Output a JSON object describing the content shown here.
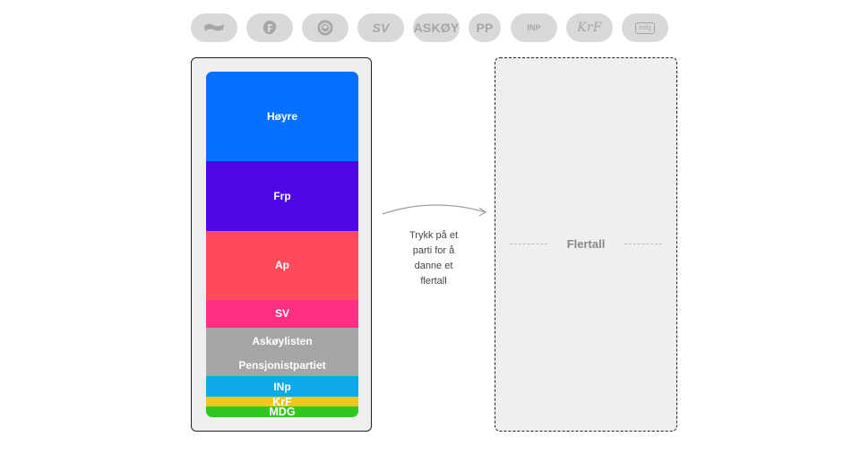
{
  "party_logos": [
    {
      "id": "hoyre",
      "icon": "hoyre-logo-icon",
      "text": ""
    },
    {
      "id": "frp",
      "icon": "frp-logo-icon",
      "text": ""
    },
    {
      "id": "ap",
      "icon": "ap-rose-logo-icon",
      "text": ""
    },
    {
      "id": "sv",
      "icon": "sv-logo-icon",
      "text": "SV"
    },
    {
      "id": "askoy",
      "icon": "askoylisten-logo-icon",
      "text": "ASKØY"
    },
    {
      "id": "pp",
      "icon": "pensjonistpartiet-logo-icon",
      "text": "PP"
    },
    {
      "id": "inp",
      "icon": "inp-logo-icon",
      "text": "INP"
    },
    {
      "id": "krf",
      "icon": "krf-logo-icon",
      "text": "KrF"
    },
    {
      "id": "mdg",
      "icon": "mdg-logo-icon",
      "text": "mdg"
    }
  ],
  "stack_segments": [
    {
      "label": "Høyre",
      "color": "#0870ff",
      "seats": 13
    },
    {
      "label": "Frp",
      "color": "#4e08e6",
      "seats": 10
    },
    {
      "label": "Ap",
      "color": "#ff4b5b",
      "seats": 10
    },
    {
      "label": "SV",
      "color": "#ff2f82",
      "seats": 4
    },
    {
      "label": "Askøylisten",
      "color": "#a6a6a6",
      "seats": 4
    },
    {
      "label": "Pensjonistpartiet",
      "color": "#a6a6a6",
      "seats": 3
    },
    {
      "label": "INp",
      "color": "#0caaeb",
      "seats": 3
    },
    {
      "label": "KrF",
      "color": "#f2c81f",
      "seats": 1.5
    },
    {
      "label": "MDG",
      "color": "#2ec81f",
      "seats": 1.5
    }
  ],
  "hint": {
    "text_lines": [
      "Trykk på et",
      "parti for å",
      "danne et",
      "flertall"
    ]
  },
  "majority": {
    "label": "Flertall"
  },
  "colors": {
    "panel_bg": "#efefef",
    "logo_bg": "#d9d9d9",
    "logo_fg": "#a6a6a6"
  }
}
